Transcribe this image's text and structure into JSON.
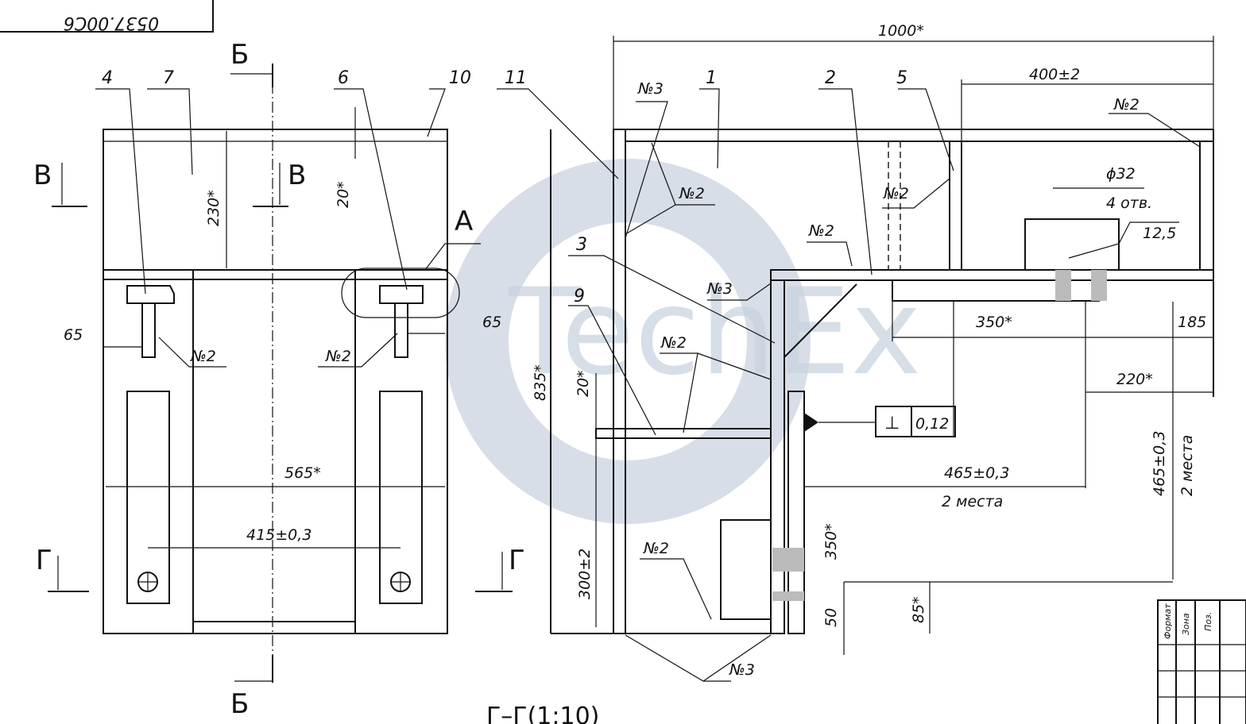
{
  "stamp_code": "0537.00C6",
  "watermark": "TechEx",
  "section_marks": {
    "b": "Б",
    "v": "В",
    "g": "Г",
    "a": "А"
  },
  "section_title": "Г–Г(1:10)",
  "positions": [
    "1",
    "2",
    "3",
    "4",
    "5",
    "6",
    "7",
    "9",
    "10",
    "11"
  ],
  "welds": {
    "n2": "№2",
    "n3": "№3"
  },
  "dimensions": {
    "overall_width": "1000*",
    "d400": "400±2",
    "d230": "230*",
    "d20a": "20*",
    "d20b": "20*",
    "d65a": "65",
    "d65b": "65",
    "d565": "565*",
    "d415": "415±0,3",
    "d835": "835*",
    "d300": "300±2",
    "d350a": "350*",
    "d350b": "350*",
    "d185": "185",
    "d220": "220*",
    "d465a": "465±0,3",
    "two_places": "2 места",
    "d465b": "465±0,3",
    "d50": "50",
    "d85": "85*",
    "hole_dia": "ϕ32",
    "hole_count": "4 отв.",
    "roughness": "12,5",
    "tolerance_symbol": "⊥",
    "tolerance_value": "0,12"
  },
  "title_block": {
    "headers": [
      "Формат",
      "Зона",
      "Поз."
    ]
  }
}
